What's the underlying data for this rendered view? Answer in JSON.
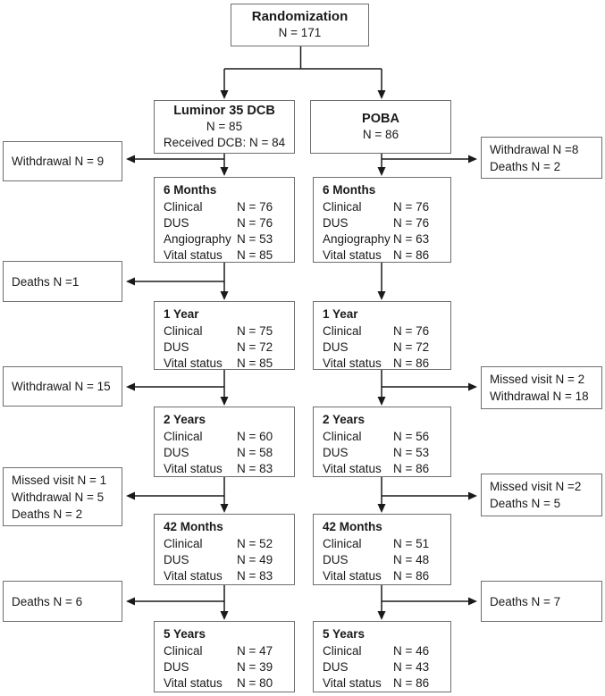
{
  "randomization": {
    "title": "Randomization",
    "n": "N = 171"
  },
  "arms": {
    "dcb": {
      "title": "Luminor 35 DCB",
      "line1": "N = 85",
      "line2": "Received DCB: N = 84"
    },
    "poba": {
      "title": "POBA",
      "line1": "N = 86"
    }
  },
  "dcb_stages": [
    {
      "title": "6 Months",
      "rows": [
        [
          "Clinical",
          "N = 76"
        ],
        [
          "DUS",
          "N = 76"
        ],
        [
          "Angiography",
          "N = 53"
        ],
        [
          "Vital status",
          "N = 85"
        ]
      ]
    },
    {
      "title": "1 Year",
      "rows": [
        [
          "Clinical",
          "N = 75"
        ],
        [
          "DUS",
          "N = 72"
        ],
        [
          "Vital status",
          "N = 85"
        ]
      ]
    },
    {
      "title": "2 Years",
      "rows": [
        [
          "Clinical",
          "N = 60"
        ],
        [
          "DUS",
          "N = 58"
        ],
        [
          "Vital status",
          "N = 83"
        ]
      ]
    },
    {
      "title": "42 Months",
      "rows": [
        [
          "Clinical",
          "N = 52"
        ],
        [
          "DUS",
          "N = 49"
        ],
        [
          "Vital status",
          "N = 83"
        ]
      ]
    },
    {
      "title": "5 Years",
      "rows": [
        [
          "Clinical",
          "N = 47"
        ],
        [
          "DUS",
          "N = 39"
        ],
        [
          "Vital status",
          "N = 80"
        ]
      ]
    }
  ],
  "poba_stages": [
    {
      "title": "6 Months",
      "rows": [
        [
          "Clinical",
          "N = 76"
        ],
        [
          "DUS",
          "N = 76"
        ],
        [
          "Angiography",
          "N = 63"
        ],
        [
          "Vital status",
          "N = 86"
        ]
      ]
    },
    {
      "title": "1 Year",
      "rows": [
        [
          "Clinical",
          "N = 76"
        ],
        [
          "DUS",
          "N = 72"
        ],
        [
          "Vital status",
          "N = 86"
        ]
      ]
    },
    {
      "title": "2 Years",
      "rows": [
        [
          "Clinical",
          "N = 56"
        ],
        [
          "DUS",
          "N = 53"
        ],
        [
          "Vital status",
          "N = 86"
        ]
      ]
    },
    {
      "title": "42 Months",
      "rows": [
        [
          "Clinical",
          "N = 51"
        ],
        [
          "DUS",
          "N = 48"
        ],
        [
          "Vital status",
          "N = 86"
        ]
      ]
    },
    {
      "title": "5 Years",
      "rows": [
        [
          "Clinical",
          "N = 46"
        ],
        [
          "DUS",
          "N = 43"
        ],
        [
          "Vital status",
          "N = 86"
        ]
      ]
    }
  ],
  "left_side_boxes": [
    {
      "lines": [
        "Withdrawal N = 9"
      ]
    },
    {
      "lines": [
        "Deaths N =1"
      ]
    },
    {
      "lines": [
        "Withdrawal N = 15"
      ]
    },
    {
      "lines": [
        "Missed visit N = 1",
        "Withdrawal N = 5",
        "Deaths N = 2"
      ]
    },
    {
      "lines": [
        "Deaths N = 6"
      ]
    }
  ],
  "right_side_boxes": [
    {
      "lines": [
        "Withdrawal N =8",
        "Deaths N = 2"
      ]
    },
    {
      "lines": [
        "Missed visit N = 2",
        "Withdrawal N = 18"
      ]
    },
    {
      "lines": [
        "Missed visit N =2",
        "Deaths N = 5"
      ]
    },
    {
      "lines": [
        "Deaths N = 7"
      ]
    }
  ],
  "colors": {
    "line": "#1a1a1a",
    "border": "#6e6e6e",
    "text": "#1a1a1a",
    "background": "#ffffff"
  }
}
